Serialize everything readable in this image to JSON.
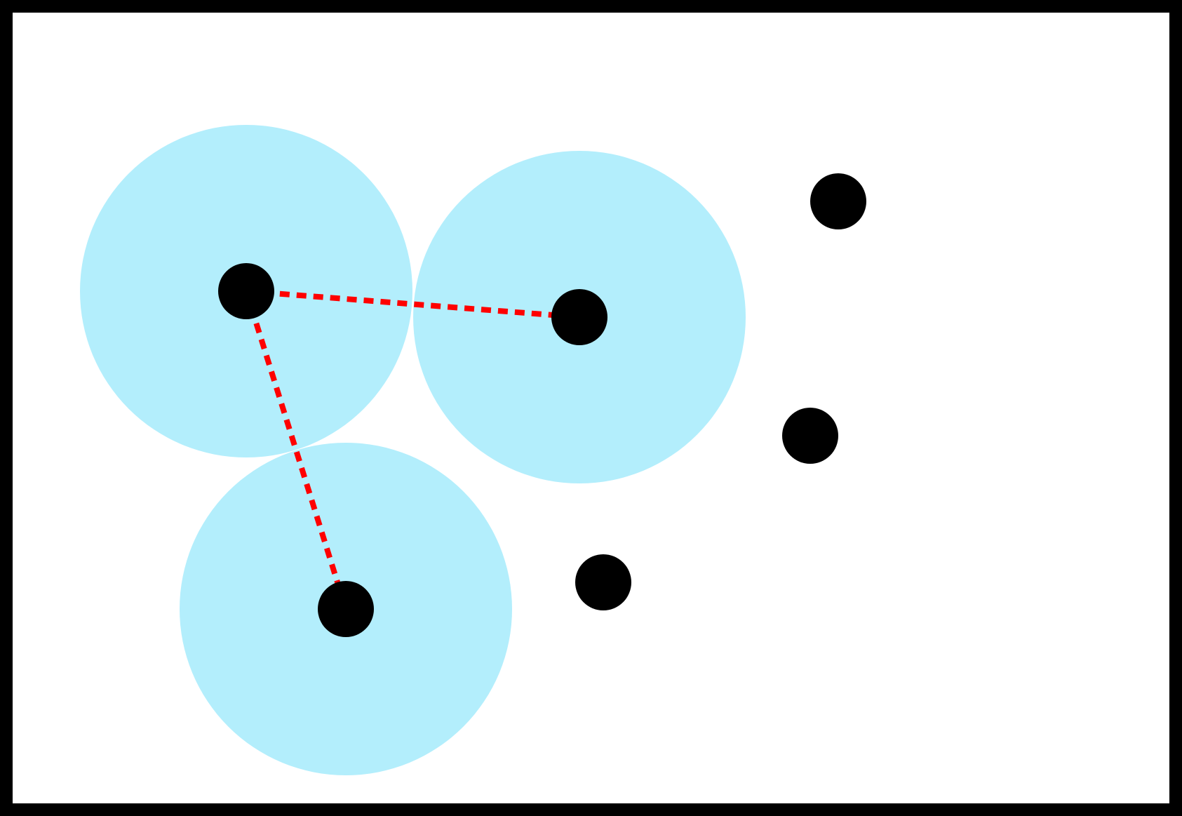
{
  "diagram": {
    "colors": {
      "frame": "#000000",
      "background": "#ffffff",
      "coverage": "#b3eefc",
      "node": "#000000",
      "link": "#ff0000"
    },
    "nodes": [
      {
        "id": "n1",
        "covered": true
      },
      {
        "id": "n2",
        "covered": true
      },
      {
        "id": "n3",
        "covered": true
      },
      {
        "id": "n4",
        "covered": false
      },
      {
        "id": "n5",
        "covered": false
      },
      {
        "id": "n6",
        "covered": false
      }
    ],
    "links": [
      {
        "from": "n1",
        "to": "n2",
        "style": "dashed"
      },
      {
        "from": "n1",
        "to": "n3",
        "style": "dashed"
      }
    ]
  }
}
